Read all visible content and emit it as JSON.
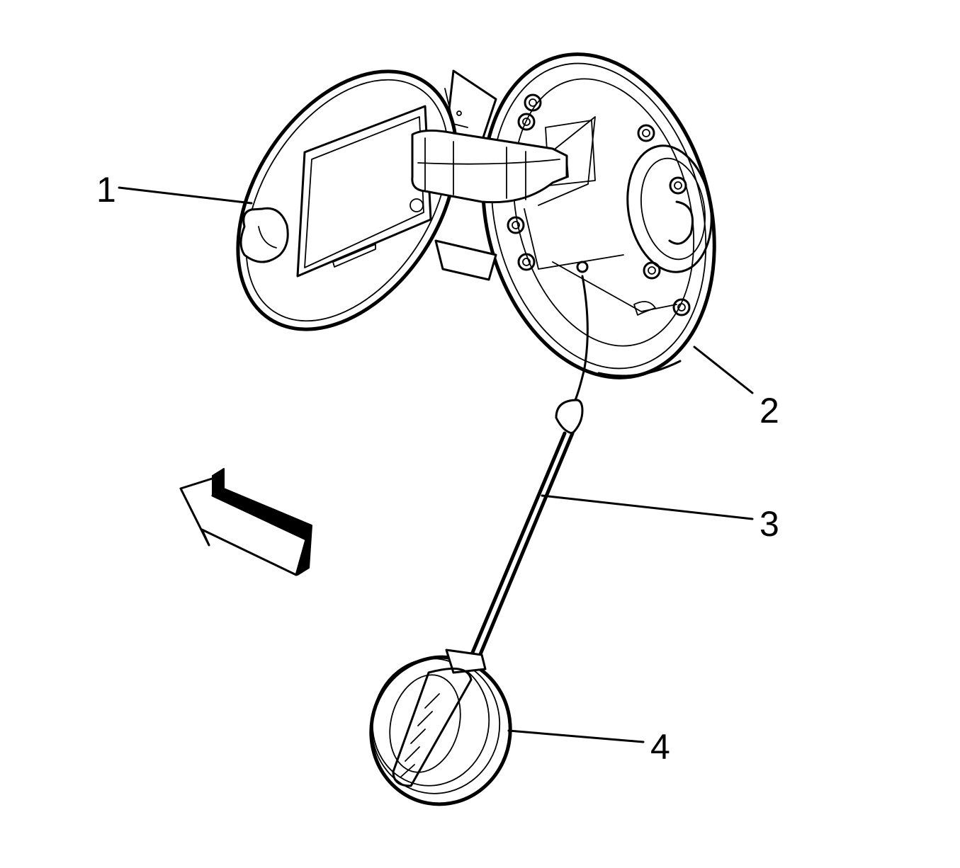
{
  "callouts": {
    "c1": "1",
    "c2": "2",
    "c3": "3",
    "c4": "4"
  },
  "icons": {
    "direction_arrow": "direction-arrow-icon"
  },
  "colors": {
    "ink": "#000000",
    "background": "#ffffff"
  }
}
